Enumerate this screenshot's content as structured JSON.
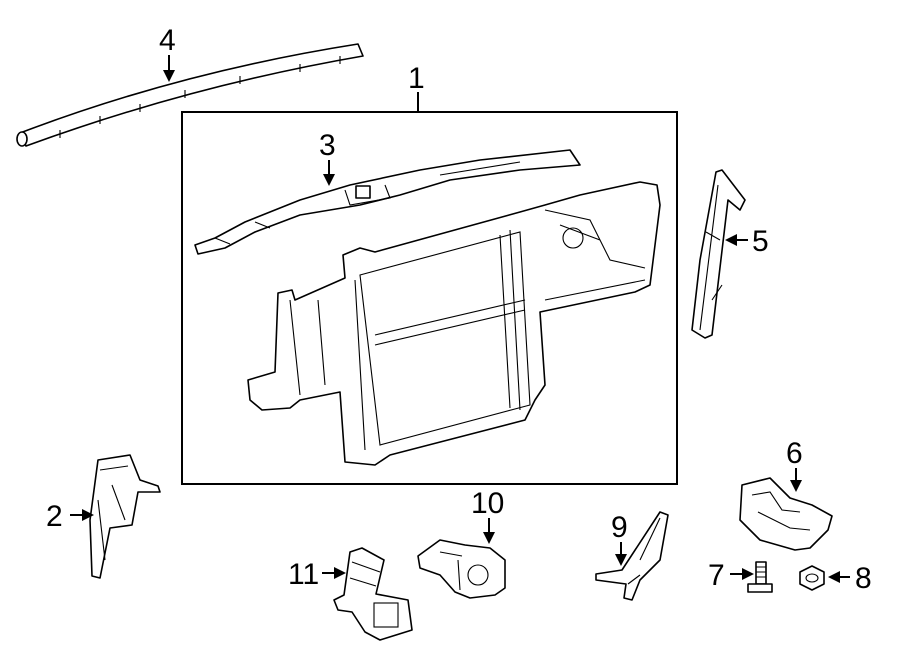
{
  "diagram": {
    "callouts": [
      {
        "id": "c1",
        "label": "1"
      },
      {
        "id": "c2",
        "label": "2"
      },
      {
        "id": "c3",
        "label": "3"
      },
      {
        "id": "c4",
        "label": "4"
      },
      {
        "id": "c5",
        "label": "5"
      },
      {
        "id": "c6",
        "label": "6"
      },
      {
        "id": "c7",
        "label": "7"
      },
      {
        "id": "c8",
        "label": "8"
      },
      {
        "id": "c9",
        "label": "9"
      },
      {
        "id": "c10",
        "label": "10"
      },
      {
        "id": "c11",
        "label": "11"
      }
    ],
    "colors": {
      "line": "#000000",
      "background": "#ffffff"
    }
  }
}
